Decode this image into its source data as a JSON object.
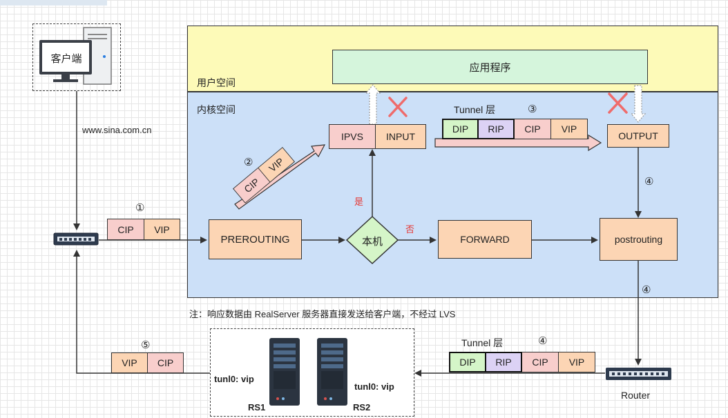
{
  "zones": {
    "user_space": "用户空间",
    "kernel_space": "内核空间"
  },
  "client": {
    "label": "客户端",
    "domain": "www.sina.com.cn"
  },
  "app": {
    "label": "应用程序"
  },
  "packet_in": {
    "num": "①",
    "cip": "CIP",
    "vip": "VIP"
  },
  "step2": {
    "num": "②",
    "cip": "CIP",
    "vip": "VIP"
  },
  "ipvs_input": {
    "ipvs": "IPVS",
    "input": "INPUT"
  },
  "tunnel_top": {
    "label": "Tunnel 层",
    "num": "③",
    "dip": "DIP",
    "rip": "RIP",
    "cip": "CIP",
    "vip": "VIP"
  },
  "output": {
    "label": "OUTPUT"
  },
  "step4_top": {
    "num": "④"
  },
  "nodes": {
    "prerouting": "PREROUTING",
    "local": "本机",
    "yes": "是",
    "no": "否",
    "forward": "FORWARD",
    "postrouting": "postrouting"
  },
  "step4_mid": {
    "num": "④"
  },
  "note": "注：响应数据由 RealServer 服务器直接发送给客户端，不经过 LVS",
  "tunnel_bottom": {
    "label": "Tunnel 层",
    "num": "④",
    "dip": "DIP",
    "rip": "RIP",
    "cip": "CIP",
    "vip": "VIP"
  },
  "router": {
    "label": "Router"
  },
  "reply": {
    "num": "⑤",
    "vip": "VIP",
    "cip": "CIP"
  },
  "realservers": {
    "rs1_tunl": "tunl0: vip",
    "rs2_tunl": "tunl0: vip",
    "rs1": "RS1",
    "rs2": "RS2"
  },
  "colors": {
    "user_space": "#fdfab8",
    "kernel_space": "#cce0f8",
    "app": "#d5f5dc",
    "orange": "#fcd5b4",
    "pink": "#f8cecc",
    "green": "#d5f5c8",
    "purple": "#dcd2f5",
    "red_label": "#e53935"
  }
}
